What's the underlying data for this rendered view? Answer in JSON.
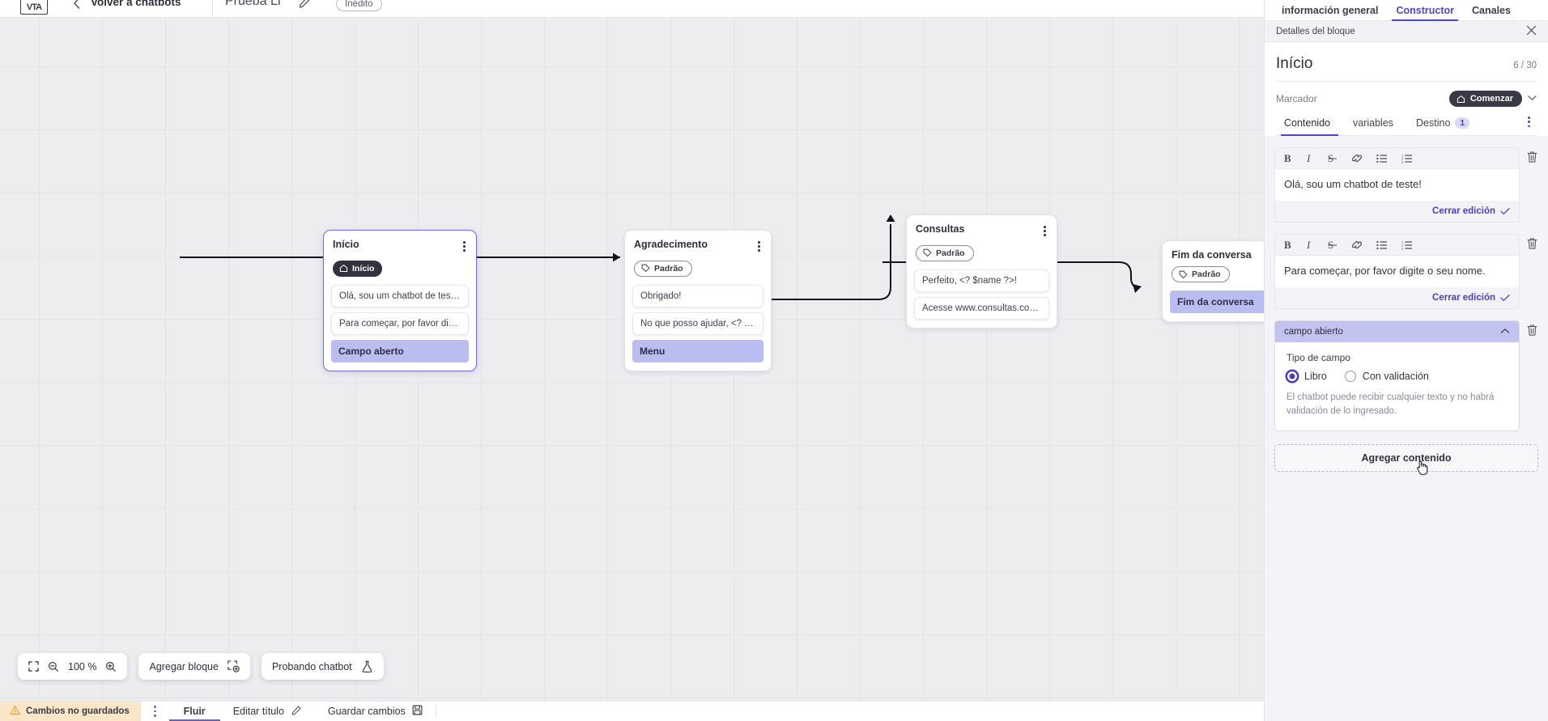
{
  "topbar": {
    "logo_text": "VTA",
    "back_label": "Volver a chatbots",
    "doc_title": "Prueba Li",
    "status_badge": "Inédito"
  },
  "canvas": {
    "nodes": [
      {
        "id": "inicio",
        "title": "Início",
        "tag": "Início",
        "tag_style": "dark",
        "selected": true,
        "messages": [
          "Olá, sou um chatbot de teste!",
          "Para começar, por favor digite o ..."
        ],
        "action": "Campo aberto"
      },
      {
        "id": "agradecimento",
        "title": "Agradecimento",
        "tag": "Padrão",
        "tag_style": "outline",
        "selected": false,
        "messages": [
          "Obrigado!",
          "No que posso ajudar, <? $name ..."
        ],
        "action": "Menu"
      },
      {
        "id": "consultas",
        "title": "Consultas",
        "tag": "Padrão",
        "tag_style": "outline",
        "selected": false,
        "messages": [
          "Perfeito, <? $name ?>!",
          "Acesse www.consultas.com par..."
        ],
        "action": ""
      },
      {
        "id": "fim",
        "title": "Fim da conversa",
        "tag": "Padrão",
        "tag_style": "outline",
        "selected": false,
        "messages": [],
        "action": "Fim da conversa"
      }
    ]
  },
  "float_tools": {
    "zoom_level": "100 %",
    "add_block": "Agregar bloque",
    "test_chatbot": "Probando chatbot"
  },
  "statusbar": {
    "unsaved": "Cambios no guardados",
    "tab_flow": "Fluir",
    "edit_title": "Editar título",
    "save_changes": "Guardar cambios"
  },
  "rightpanel": {
    "tabs": [
      {
        "label": "información general",
        "active": false
      },
      {
        "label": "Constructor",
        "active": true
      },
      {
        "label": "Canales",
        "active": false
      }
    ],
    "header_title": "Detalles del bloque",
    "block_title": "Início",
    "block_count": "6 / 30",
    "marker_label": "Marcador",
    "marker_value": "Comenzar",
    "subtabs": [
      {
        "label": "Contenido",
        "active": true,
        "badge": ""
      },
      {
        "label": "variables",
        "active": false,
        "badge": ""
      },
      {
        "label": "Destino",
        "active": false,
        "badge": "1"
      }
    ],
    "editors": [
      {
        "text": "Olá, sou um chatbot de teste!",
        "close_label": "Cerrar edición"
      },
      {
        "text": "Para começar, por favor digite o seu nome.",
        "close_label": "Cerrar edición"
      }
    ],
    "field": {
      "head": "campo abierto",
      "legend": "Tipo de campo",
      "options": [
        {
          "label": "Libro",
          "selected": true
        },
        {
          "label": "Con validación",
          "selected": false
        }
      ],
      "help": "El chatbot puede recibir cualquier texto y no habrá validación de lo ingresado."
    },
    "add_content": "Agregar contenido"
  },
  "colors": {
    "accent": "#5145cd",
    "action_row": "#b9bdf0",
    "warning_bg": "#fbe6c7",
    "panel_bg": "#f4f4f8"
  }
}
